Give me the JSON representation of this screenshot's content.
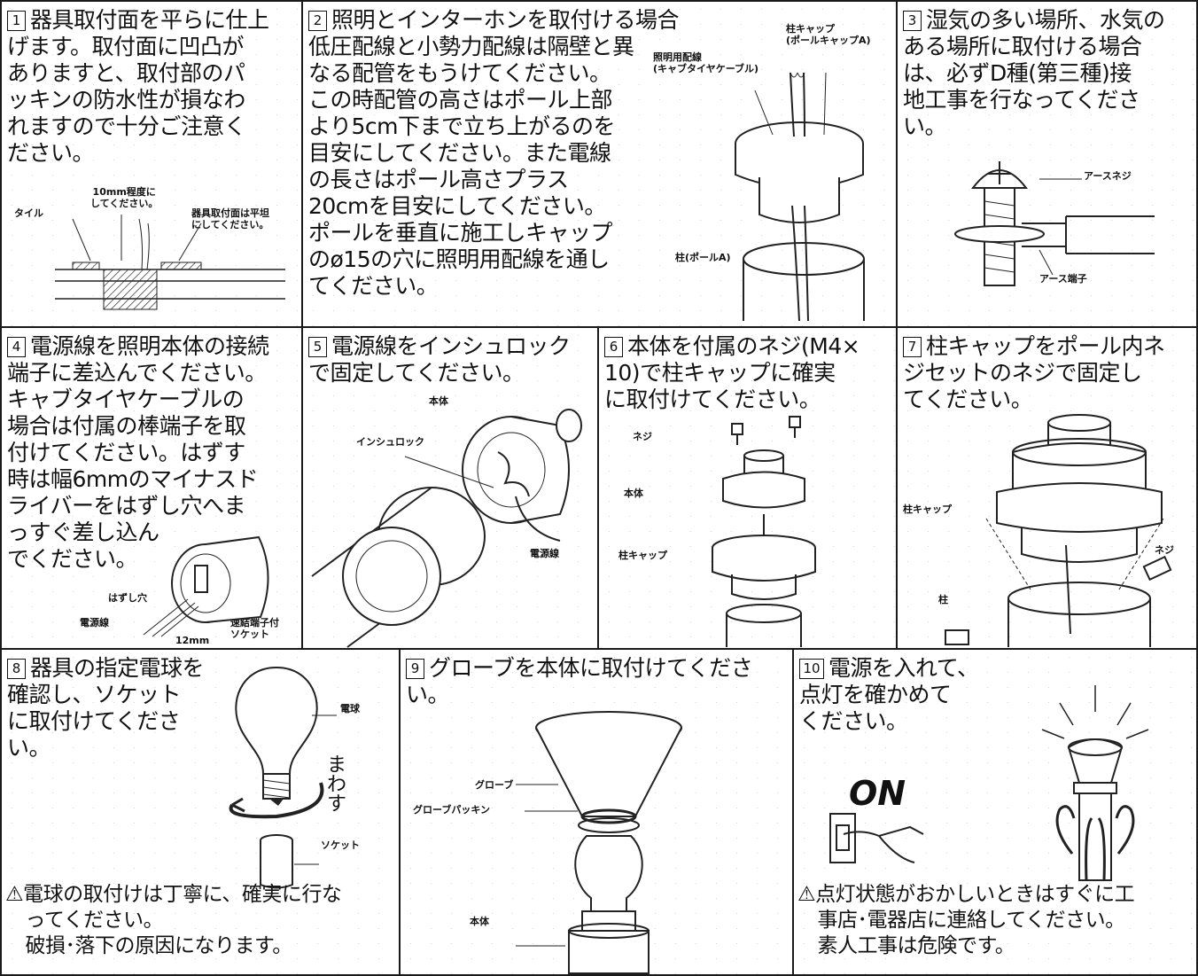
{
  "steps": [
    {
      "num": "1",
      "text": "器具取付面を平らに仕上\nげます。取付面に凹凸が\nありますと、取付部のパ\nッキンの防水性が損なわ\nれますので十分ご注意く\nださい。",
      "labels": {
        "tile": "タイル",
        "gap": "10mm程度に\nしてください。",
        "flat": "器具取付面は平坦\nにしてください。"
      }
    },
    {
      "num": "2",
      "text": "照明とインターホンを取付ける場合\n低圧配線と小勢力配線は隔壁と異\nなる配管をもうけてください。\nこの時配管の高さはポール上部\nより5cm下まで立ち上がるのを\n目安にしてください。また電線\nの長さはポール高さプラス\n20cmを目安にしてください。\nポールを垂直に施工しキャップ\nのø15の穴に照明用配線を通し\nてください。",
      "labels": {
        "cap": "柱キャップ\n(ポールキャップA)",
        "wire": "照明用配線\n(キャブタイヤケーブル)",
        "pole": "柱(ポールA)"
      }
    },
    {
      "num": "3",
      "text": "湿気の多い場所、水気の\nある場所に取付ける場合\nは、必ずD種(第三種)接\n地工事を行なってくださ\nい。",
      "labels": {
        "screw": "アースネジ",
        "terminal": "アース端子"
      }
    },
    {
      "num": "4",
      "text": "電源線を照明本体の接続\n端子に差込んでください。\nキャブタイヤケーブルの\n場合は付属の棒端子を取\n付けてください。はずす\n時は幅6mmのマイナスド\nライバーをはずし穴へま\nっすぐ差し込ん\nでください。",
      "labels": {
        "hole": "はずし穴",
        "wire": "電源線",
        "mm": "12mm",
        "socket": "速結端子付\nソケット"
      }
    },
    {
      "num": "5",
      "text": "電源線をインシュロック\nで固定してください。",
      "labels": {
        "body": "本体",
        "lock": "インシュロック",
        "wire": "電源線"
      }
    },
    {
      "num": "6",
      "text": "本体を付属のネジ(M4×\n10)で柱キャップに確実\nに取付けてください。",
      "labels": {
        "screw": "ネジ",
        "body": "本体",
        "cap": "柱キャップ"
      }
    },
    {
      "num": "7",
      "text": "柱キャップをポール内ネ\nジセットのネジで固定し\nてください。",
      "labels": {
        "cap": "柱キャップ",
        "screw": "ネジ",
        "pole": "柱"
      }
    },
    {
      "num": "8",
      "text": "器具の指定電球を\n確認し、ソケット\nに取付けてくださ\nい。",
      "labels": {
        "bulb": "電球",
        "turn": "まわす",
        "socket": "ソケット"
      },
      "warning": "⚠電球の取付けは丁寧に、確実に行な\n　ってください。\n　破損･落下の原因になります。"
    },
    {
      "num": "9",
      "text": "グローブを本体に取付けてくださ\nい。",
      "labels": {
        "globe": "グローブ",
        "packing": "グローブパッキン",
        "body": "本体"
      }
    },
    {
      "num": "10",
      "text": "電源を入れて、\n点灯を確かめて\nください。",
      "labels": {
        "on": "ON"
      },
      "warning": "⚠点灯状態がおかしいときはすぐに工\n　事店･電器店に連絡してください。\n　素人工事は危険です。"
    }
  ]
}
